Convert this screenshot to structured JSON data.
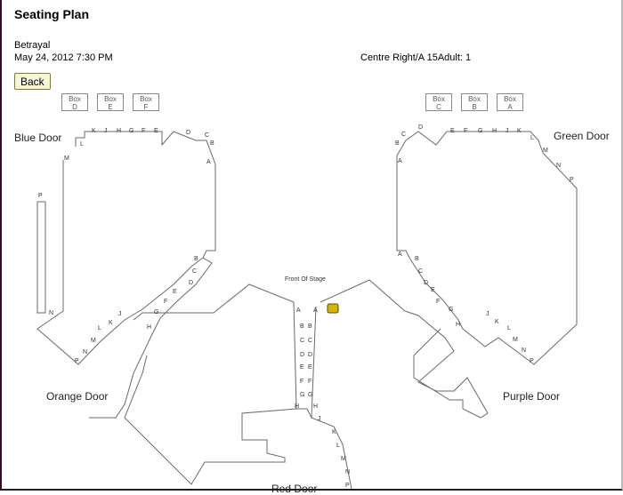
{
  "page": {
    "title": "Seating Plan",
    "show": "Betrayal",
    "datetime": "May 24, 2012 7:30 PM",
    "selection": "Centre Right/A 15Adult: 1",
    "back_label": "Back"
  },
  "boxes": [
    {
      "label": "Box",
      "letter": "D"
    },
    {
      "label": "Box",
      "letter": "E"
    },
    {
      "label": "Box",
      "letter": "F"
    },
    {
      "label": "Box",
      "letter": "C"
    },
    {
      "label": "Box",
      "letter": "B"
    },
    {
      "label": "Box",
      "letter": "A"
    }
  ],
  "doors": {
    "blue": "Blue Door",
    "green": "Green Door",
    "orange": "Orange Door",
    "purple": "Purple Door",
    "red": "Red Door"
  },
  "stage_label": "Front Of Stage",
  "rows": {
    "top_left": [
      "L",
      "K",
      "J",
      "H",
      "G",
      "F",
      "E",
      "D",
      "C",
      "B",
      "A",
      "M",
      "P",
      "N",
      "B",
      "C",
      "D",
      "E",
      "F",
      "G",
      "H",
      "J",
      "K",
      "L",
      "M",
      "N",
      "P"
    ],
    "top_right": [
      "D",
      "C",
      "B",
      "A",
      "E",
      "F",
      "G",
      "H",
      "J",
      "K",
      "L",
      "M",
      "N",
      "P",
      "A",
      "B",
      "C",
      "D",
      "E",
      "F",
      "G",
      "H",
      "J",
      "K",
      "L",
      "M",
      "N",
      "P"
    ],
    "centre": [
      "A",
      "A",
      "B",
      "B",
      "C",
      "C",
      "D",
      "D",
      "E",
      "E",
      "F",
      "F",
      "G",
      "G",
      "H",
      "H",
      "J",
      "K",
      "L",
      "M",
      "N",
      "P"
    ]
  },
  "colors": {
    "selected_seat": "#d6b400",
    "line": "#6a6a6a"
  }
}
